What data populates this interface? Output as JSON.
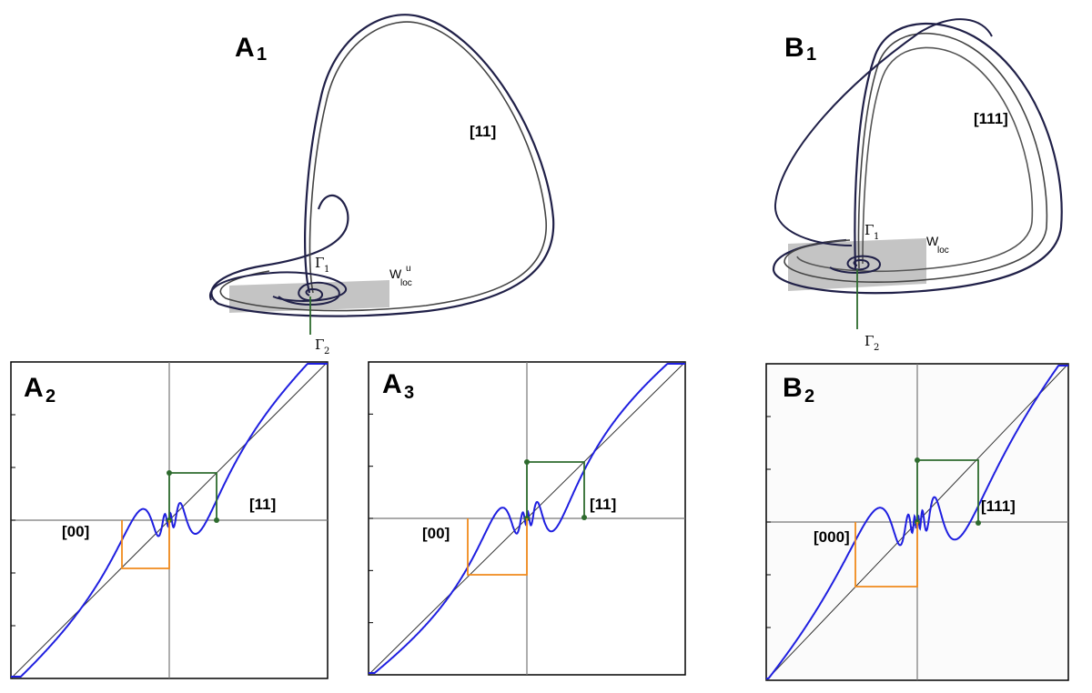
{
  "panels": {
    "a1": {
      "letter": "A",
      "sub": "1",
      "region_label": "[11]"
    },
    "b1": {
      "letter": "B",
      "sub": "1",
      "region_label": "[111]"
    },
    "a2": {
      "letter": "A",
      "sub": "2",
      "code_left": "[00]",
      "code_right": "[11]"
    },
    "a3": {
      "letter": "A",
      "sub": "3",
      "code_left": "[00]",
      "code_right": "[11]"
    },
    "b2": {
      "letter": "B",
      "sub": "2",
      "code_left": "[000]",
      "code_right": "[111]"
    }
  },
  "annotations": {
    "gamma": "Γ",
    "gamma1_sub": "1",
    "gamma2_sub": "2",
    "w": "W",
    "w_sub": "loc",
    "w_sup": "u"
  },
  "colors": {
    "map_curve": "#1f1fe0",
    "orbit_dark": "#202048",
    "orbit_grey": "#555555",
    "diagonal": "#333333",
    "axes": "#777777",
    "green_path": "#2e6b2e",
    "orange_path": "#f08a1c",
    "plane": "#c4c4c4"
  }
}
